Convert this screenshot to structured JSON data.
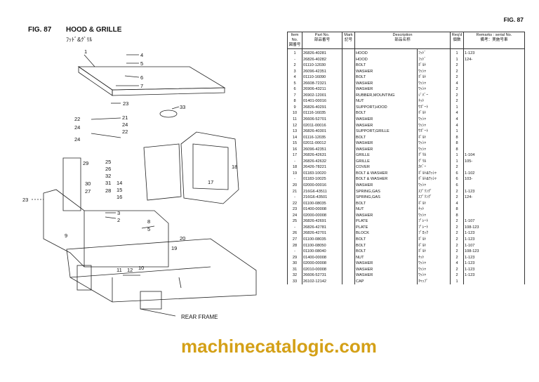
{
  "header": {
    "fig_top": "FIG. 87",
    "fig_left": "FIG. 87",
    "title": "HOOD & GRILLE",
    "title_kana": "ﾌｯﾄﾞ&ｸﾞﾘﾙ"
  },
  "table": {
    "headers": {
      "item": "Item No.",
      "item_jp": "図番号",
      "part": "Part No.",
      "part_jp": "部品番号",
      "mark": "Mark",
      "mark_jp": "記号",
      "desc": "Description",
      "desc_jp": "部品名称",
      "req": "Req'd",
      "req_jp": "個数",
      "rem": "Remarks : serial No.",
      "rem_jp": "備考：実施号車"
    },
    "rows": [
      [
        "1",
        "26826-40281",
        "HOOD",
        "ﾌｯﾄﾞ",
        "1",
        "1-123"
      ],
      [
        "-",
        "26826-40282",
        "HOOD",
        "ﾌｯﾄﾞ",
        "1",
        "124-"
      ],
      [
        "2",
        "01110-12030",
        "BOLT",
        "ﾎﾞﾙﾄ",
        "2",
        ""
      ],
      [
        "3",
        "26096-42351",
        "WASHER",
        "ﾜｯｼｬ",
        "2",
        ""
      ],
      [
        "4",
        "01110-16090",
        "BOLT",
        "ﾎﾞﾙﾄ",
        "2",
        ""
      ],
      [
        "5",
        "26608-72321",
        "WASHER",
        "ﾜｯｼｬ",
        "4",
        ""
      ],
      [
        "6",
        "26906-43211",
        "WASHER",
        "ﾜｯｼｬ",
        "2",
        ""
      ],
      [
        "7",
        "26902-12001",
        "RUBBER,MOUNTING",
        "ｼﾞﾊﾞｰ",
        "2",
        ""
      ],
      [
        "8",
        "01401-00016",
        "NUT",
        "ﾅｯﾄ",
        "2",
        ""
      ],
      [
        "9",
        "26826-40291",
        "SUPPORT,HOOD",
        "ｻﾎﾟｰﾄ",
        "1",
        ""
      ],
      [
        "10",
        "01116-16035",
        "BOLT",
        "ﾎﾞﾙﾄ",
        "4",
        ""
      ],
      [
        "11",
        "26606-52701",
        "WASHER",
        "ﾜｯｼｬ",
        "4",
        ""
      ],
      [
        "12",
        "02011-00016",
        "WASHER",
        "ﾜｯｼｬ",
        "4",
        ""
      ],
      [
        "13",
        "26826-40301",
        "SUPPORT,GRILLE",
        "ｻﾎﾟｰﾄ",
        "1",
        ""
      ],
      [
        "14",
        "01116-12035",
        "BOLT",
        "ﾎﾞﾙﾄ",
        "8",
        ""
      ],
      [
        "15",
        "02011-00012",
        "WASHER",
        "ﾜｯｼｬ",
        "8",
        ""
      ],
      [
        "16",
        "26096-42351",
        "WASHER",
        "ﾜｯｼｬ",
        "8",
        ""
      ],
      [
        "17",
        "26826-42631",
        "GRILLE",
        "ｸﾞﾘﾙ",
        "1",
        "1-104"
      ],
      [
        "-",
        "26826-42632",
        "GRILLE",
        "ｸﾞﾘﾙ",
        "1",
        "105-"
      ],
      [
        "18",
        "26426-78221",
        "COVER",
        "ｶﾊﾞｰ",
        "2",
        ""
      ],
      [
        "19",
        "01183-10020",
        "BOLT & WASHER",
        "ﾎﾞﾙﾄ&ﾜｯｼｬ",
        "6",
        "1-102"
      ],
      [
        "-",
        "01183-10025",
        "BOLT & WASHER",
        "ﾎﾞﾙﾄ&ﾜｯｼｬ",
        "6",
        "103-"
      ],
      [
        "20",
        "02000-00016",
        "WASHER",
        "ﾜｯｼｬ",
        "6",
        ""
      ],
      [
        "21",
        "216G6-43511",
        "SPRING,GAS",
        "ｽﾌﾟﾘﾝｸﾞ",
        "2",
        "1-123"
      ],
      [
        "-",
        "216G6-43501",
        "SPRING,GAS",
        "ｽﾌﾟﾘﾝｸﾞ",
        "2",
        "124-"
      ],
      [
        "22",
        "01100-08035",
        "BOLT",
        "ﾎﾞﾙﾄ",
        "4",
        ""
      ],
      [
        "23",
        "01400-00008",
        "NUT",
        "ﾅｯﾄ",
        "8",
        ""
      ],
      [
        "24",
        "02000-00008",
        "WASHER",
        "ﾜｯｼｬ",
        "8",
        ""
      ],
      [
        "25",
        "26826-42691",
        "PLATE",
        "ﾌﾟﾚｰﾄ",
        "2",
        "1-107"
      ],
      [
        "-",
        "26826-42781",
        "PLATE",
        "ﾌﾟﾚｰﾄ",
        "2",
        "108-123"
      ],
      [
        "26",
        "26826-42701",
        "BLOCK",
        "ﾌﾞﾛｯｸ",
        "2",
        "1-123"
      ],
      [
        "27",
        "01100-08035",
        "BOLT",
        "ﾎﾞﾙﾄ",
        "2",
        "1-123"
      ],
      [
        "28",
        "01100-08050",
        "BOLT",
        "ﾎﾞﾙﾄ",
        "2",
        "1-107"
      ],
      [
        "-",
        "01100-08040",
        "BOLT",
        "ﾎﾞﾙﾄ",
        "2",
        "108-123"
      ],
      [
        "29",
        "01400-00008",
        "NUT",
        "ﾅｯﾄ",
        "2",
        "1-123"
      ],
      [
        "30",
        "02000-00008",
        "WASHER",
        "ﾜｯｼｬ",
        "4",
        "1-123"
      ],
      [
        "31",
        "02010-00008",
        "WASHER",
        "ﾜｯｼｬ",
        "2",
        "1-123"
      ],
      [
        "32",
        "26606-52731",
        "WASHER",
        "ﾜｯｼｬ",
        "2",
        "1-123"
      ],
      [
        "33",
        "26102-12142",
        "CAP",
        "ｷｬｯﾌﾟ",
        "1",
        ""
      ]
    ]
  },
  "diagram": {
    "callouts": [
      "1",
      "4",
      "5",
      "6",
      "7",
      "23",
      "33",
      "22",
      "24",
      "21",
      "24",
      "22",
      "24",
      "18",
      "17",
      "29",
      "25",
      "26",
      "32",
      "31",
      "30",
      "27",
      "28",
      "14",
      "15",
      "16",
      "23",
      "3",
      "2",
      "9",
      "8",
      "5",
      "19",
      "20",
      "11",
      "12",
      "10"
    ],
    "rear_frame": "REAR FRAME"
  },
  "watermark": "machinecatalogic.com"
}
